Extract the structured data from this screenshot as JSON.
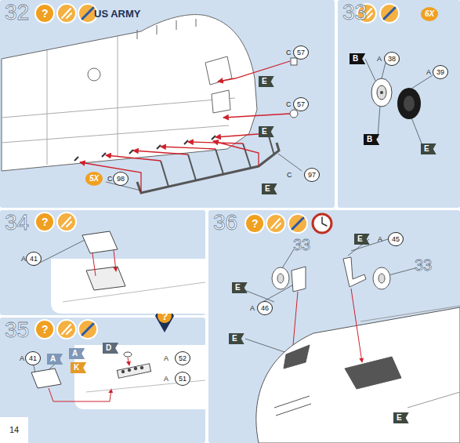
{
  "diagram": {
    "nodes": [
      {
        "text": [
          "32",
          "US ARMY"
        ]
      },
      {
        "text": [
          "33"
        ]
      },
      {
        "text": [
          "34"
        ]
      },
      {
        "text": [
          "35"
        ]
      },
      {
        "text": [
          "36"
        ]
      }
    ],
    "labels": [
      "?",
      "C",
      "57",
      "E",
      "C",
      "57",
      "E",
      "C",
      "97",
      "E",
      "5X",
      "C",
      "98",
      "6X",
      "B",
      "A",
      "38",
      "A",
      "39",
      "B",
      "E",
      "?",
      "A",
      "41",
      "?",
      "?",
      "A",
      "41",
      "A",
      "A",
      "D",
      "K",
      "A",
      "52",
      "A",
      "51",
      "?",
      "E",
      "A",
      "45",
      "33",
      "33",
      "E",
      "A",
      "46",
      "E",
      "E",
      "14"
    ]
  }
}
